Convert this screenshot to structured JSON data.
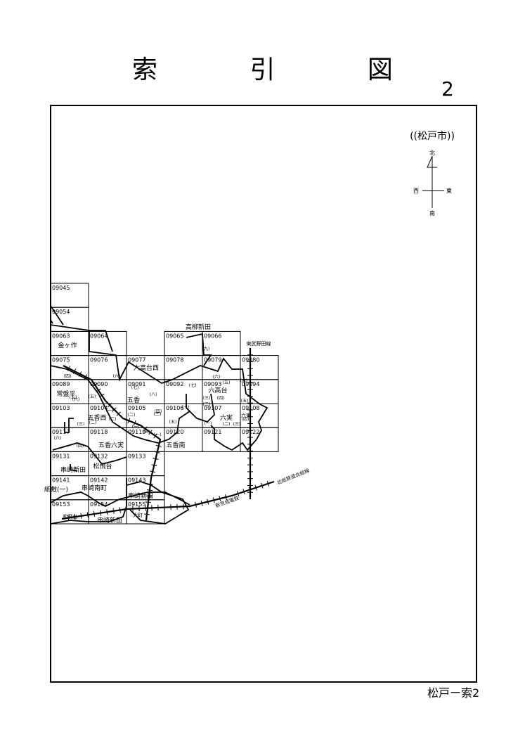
{
  "page": {
    "title": "索 引 図",
    "number": "2",
    "footer": "松戸ー索2",
    "city": "((松戸市))"
  },
  "compass": {
    "n": "北",
    "s": "南",
    "e": "東",
    "w": "西"
  },
  "sheets": [
    {
      "code": "09045",
      "col": 0,
      "row": 0
    },
    {
      "code": "09054",
      "col": 0,
      "row": 1
    },
    {
      "code": "09063",
      "col": 0,
      "row": 2
    },
    {
      "code": "09064",
      "col": 1,
      "row": 2
    },
    {
      "code": "09065",
      "col": 3,
      "row": 2
    },
    {
      "code": "09066",
      "col": 4,
      "row": 2
    },
    {
      "code": "09075",
      "col": 0,
      "row": 3
    },
    {
      "code": "09076",
      "col": 1,
      "row": 3
    },
    {
      "code": "09077",
      "col": 2,
      "row": 3
    },
    {
      "code": "09078",
      "col": 3,
      "row": 3
    },
    {
      "code": "09079",
      "col": 4,
      "row": 3
    },
    {
      "code": "09080",
      "col": 5,
      "row": 3
    },
    {
      "code": "09089",
      "col": 0,
      "row": 4
    },
    {
      "code": "09090",
      "col": 1,
      "row": 4
    },
    {
      "code": "09091",
      "col": 2,
      "row": 4
    },
    {
      "code": "09092",
      "col": 3,
      "row": 4
    },
    {
      "code": "09093",
      "col": 4,
      "row": 4
    },
    {
      "code": "09094",
      "col": 5,
      "row": 4
    },
    {
      "code": "09103",
      "col": 0,
      "row": 5
    },
    {
      "code": "09104",
      "col": 1,
      "row": 5
    },
    {
      "code": "09105",
      "col": 2,
      "row": 5
    },
    {
      "code": "09106",
      "col": 3,
      "row": 5
    },
    {
      "code": "09107",
      "col": 4,
      "row": 5
    },
    {
      "code": "09108",
      "col": 5,
      "row": 5
    },
    {
      "code": "09117",
      "col": 0,
      "row": 6
    },
    {
      "code": "09118",
      "col": 1,
      "row": 6
    },
    {
      "code": "09119",
      "col": 2,
      "row": 6
    },
    {
      "code": "09120",
      "col": 3,
      "row": 6
    },
    {
      "code": "09121",
      "col": 4,
      "row": 6
    },
    {
      "code": "09122",
      "col": 5,
      "row": 6
    },
    {
      "code": "09131",
      "col": 0,
      "row": 7
    },
    {
      "code": "09132",
      "col": 1,
      "row": 7
    },
    {
      "code": "09133",
      "col": 2,
      "row": 7
    },
    {
      "code": "09141",
      "col": 0,
      "row": 8
    },
    {
      "code": "09142",
      "col": 1,
      "row": 8
    },
    {
      "code": "09143",
      "col": 2,
      "row": 8
    },
    {
      "code": "09153",
      "col": 0,
      "row": 9
    },
    {
      "code": "09154",
      "col": 1,
      "row": 9
    },
    {
      "code": "09155",
      "col": 2,
      "row": 9
    }
  ],
  "places": [
    {
      "text": "高柳新田",
      "key": "takayanagi-shinden"
    },
    {
      "text": "金ヶ作",
      "key": "kanegasaku"
    },
    {
      "text": "六高台西",
      "key": "mutsutakadai-nishi"
    },
    {
      "text": "常盤平",
      "key": "tokiwadaira"
    },
    {
      "text": "五香",
      "key": "gokou"
    },
    {
      "text": "六高台",
      "key": "mutsutakadai"
    },
    {
      "text": "五香西",
      "key": "gokou-nishi"
    },
    {
      "text": "六実",
      "key": "mutsumi"
    },
    {
      "text": "五香六実",
      "key": "gokou-mutsumi"
    },
    {
      "text": "五香南",
      "key": "gokou-minami"
    },
    {
      "text": "串崎新田",
      "key": "kushizaki-shinden-1"
    },
    {
      "text": "松飛台",
      "key": "matsuhidai"
    },
    {
      "text": "紙敷(一)",
      "key": "kamishiki"
    },
    {
      "text": "串崎南町",
      "key": "kushizaki-minamimachi"
    },
    {
      "text": "串崎新田",
      "key": "kushizaki-shinden-2"
    },
    {
      "text": "松飛台",
      "key": "matsuhidai-station"
    },
    {
      "text": "串崎新田",
      "key": "kushizaki-shinden-3"
    },
    {
      "text": "大町",
      "key": "oomachi"
    },
    {
      "text": "六実",
      "key": "mutsumi-station"
    }
  ],
  "chome": [
    {
      "text": "(九)",
      "key": "k1"
    },
    {
      "text": "(四)",
      "key": "k2"
    },
    {
      "text": "(六)",
      "key": "k3"
    },
    {
      "text": "(六)",
      "key": "k4"
    },
    {
      "text": "(五)",
      "key": "k5"
    },
    {
      "text": "(七)",
      "key": "k6"
    },
    {
      "text": "(七)",
      "key": "k7"
    },
    {
      "text": "(五)",
      "key": "k8"
    },
    {
      "text": "(三)",
      "key": "k9"
    },
    {
      "text": "(二)",
      "key": "k10"
    },
    {
      "text": "(六)",
      "key": "k11"
    },
    {
      "text": "(八)",
      "key": "k12"
    },
    {
      "text": "(四)",
      "key": "k13"
    },
    {
      "text": "(六)",
      "key": "k14"
    },
    {
      "text": "(五)",
      "key": "k15"
    },
    {
      "text": "(一)",
      "key": "k16"
    },
    {
      "text": "(二)",
      "key": "k17"
    },
    {
      "text": "(一)",
      "key": "k18"
    },
    {
      "text": "(二)",
      "key": "k19"
    },
    {
      "text": "(二)",
      "key": "k20"
    },
    {
      "text": "(三)",
      "key": "k21"
    },
    {
      "text": "(四)",
      "key": "k22"
    },
    {
      "text": "(三)",
      "key": "k23"
    },
    {
      "text": "(一)",
      "key": "k24"
    },
    {
      "text": "(五)",
      "key": "k25"
    },
    {
      "text": "(一)",
      "key": "k26"
    },
    {
      "text": "(二)",
      "key": "k27"
    },
    {
      "text": "(三)",
      "key": "k28"
    },
    {
      "text": "(六)",
      "key": "k29"
    },
    {
      "text": "(四)",
      "key": "k30"
    },
    {
      "text": "(三)",
      "key": "k31"
    },
    {
      "text": "(四)",
      "key": "k32"
    },
    {
      "text": "(五)",
      "key": "k33"
    },
    {
      "text": "(一)",
      "key": "k34"
    }
  ],
  "railways": [
    {
      "text": "東武野田線",
      "key": "tobu-noda"
    },
    {
      "text": "北総鉄道北総線",
      "key": "hokuso"
    },
    {
      "text": "新京成電鉄",
      "key": "shin-keisei"
    }
  ],
  "colors": {
    "ink": "#000000",
    "paper": "#ffffff"
  }
}
